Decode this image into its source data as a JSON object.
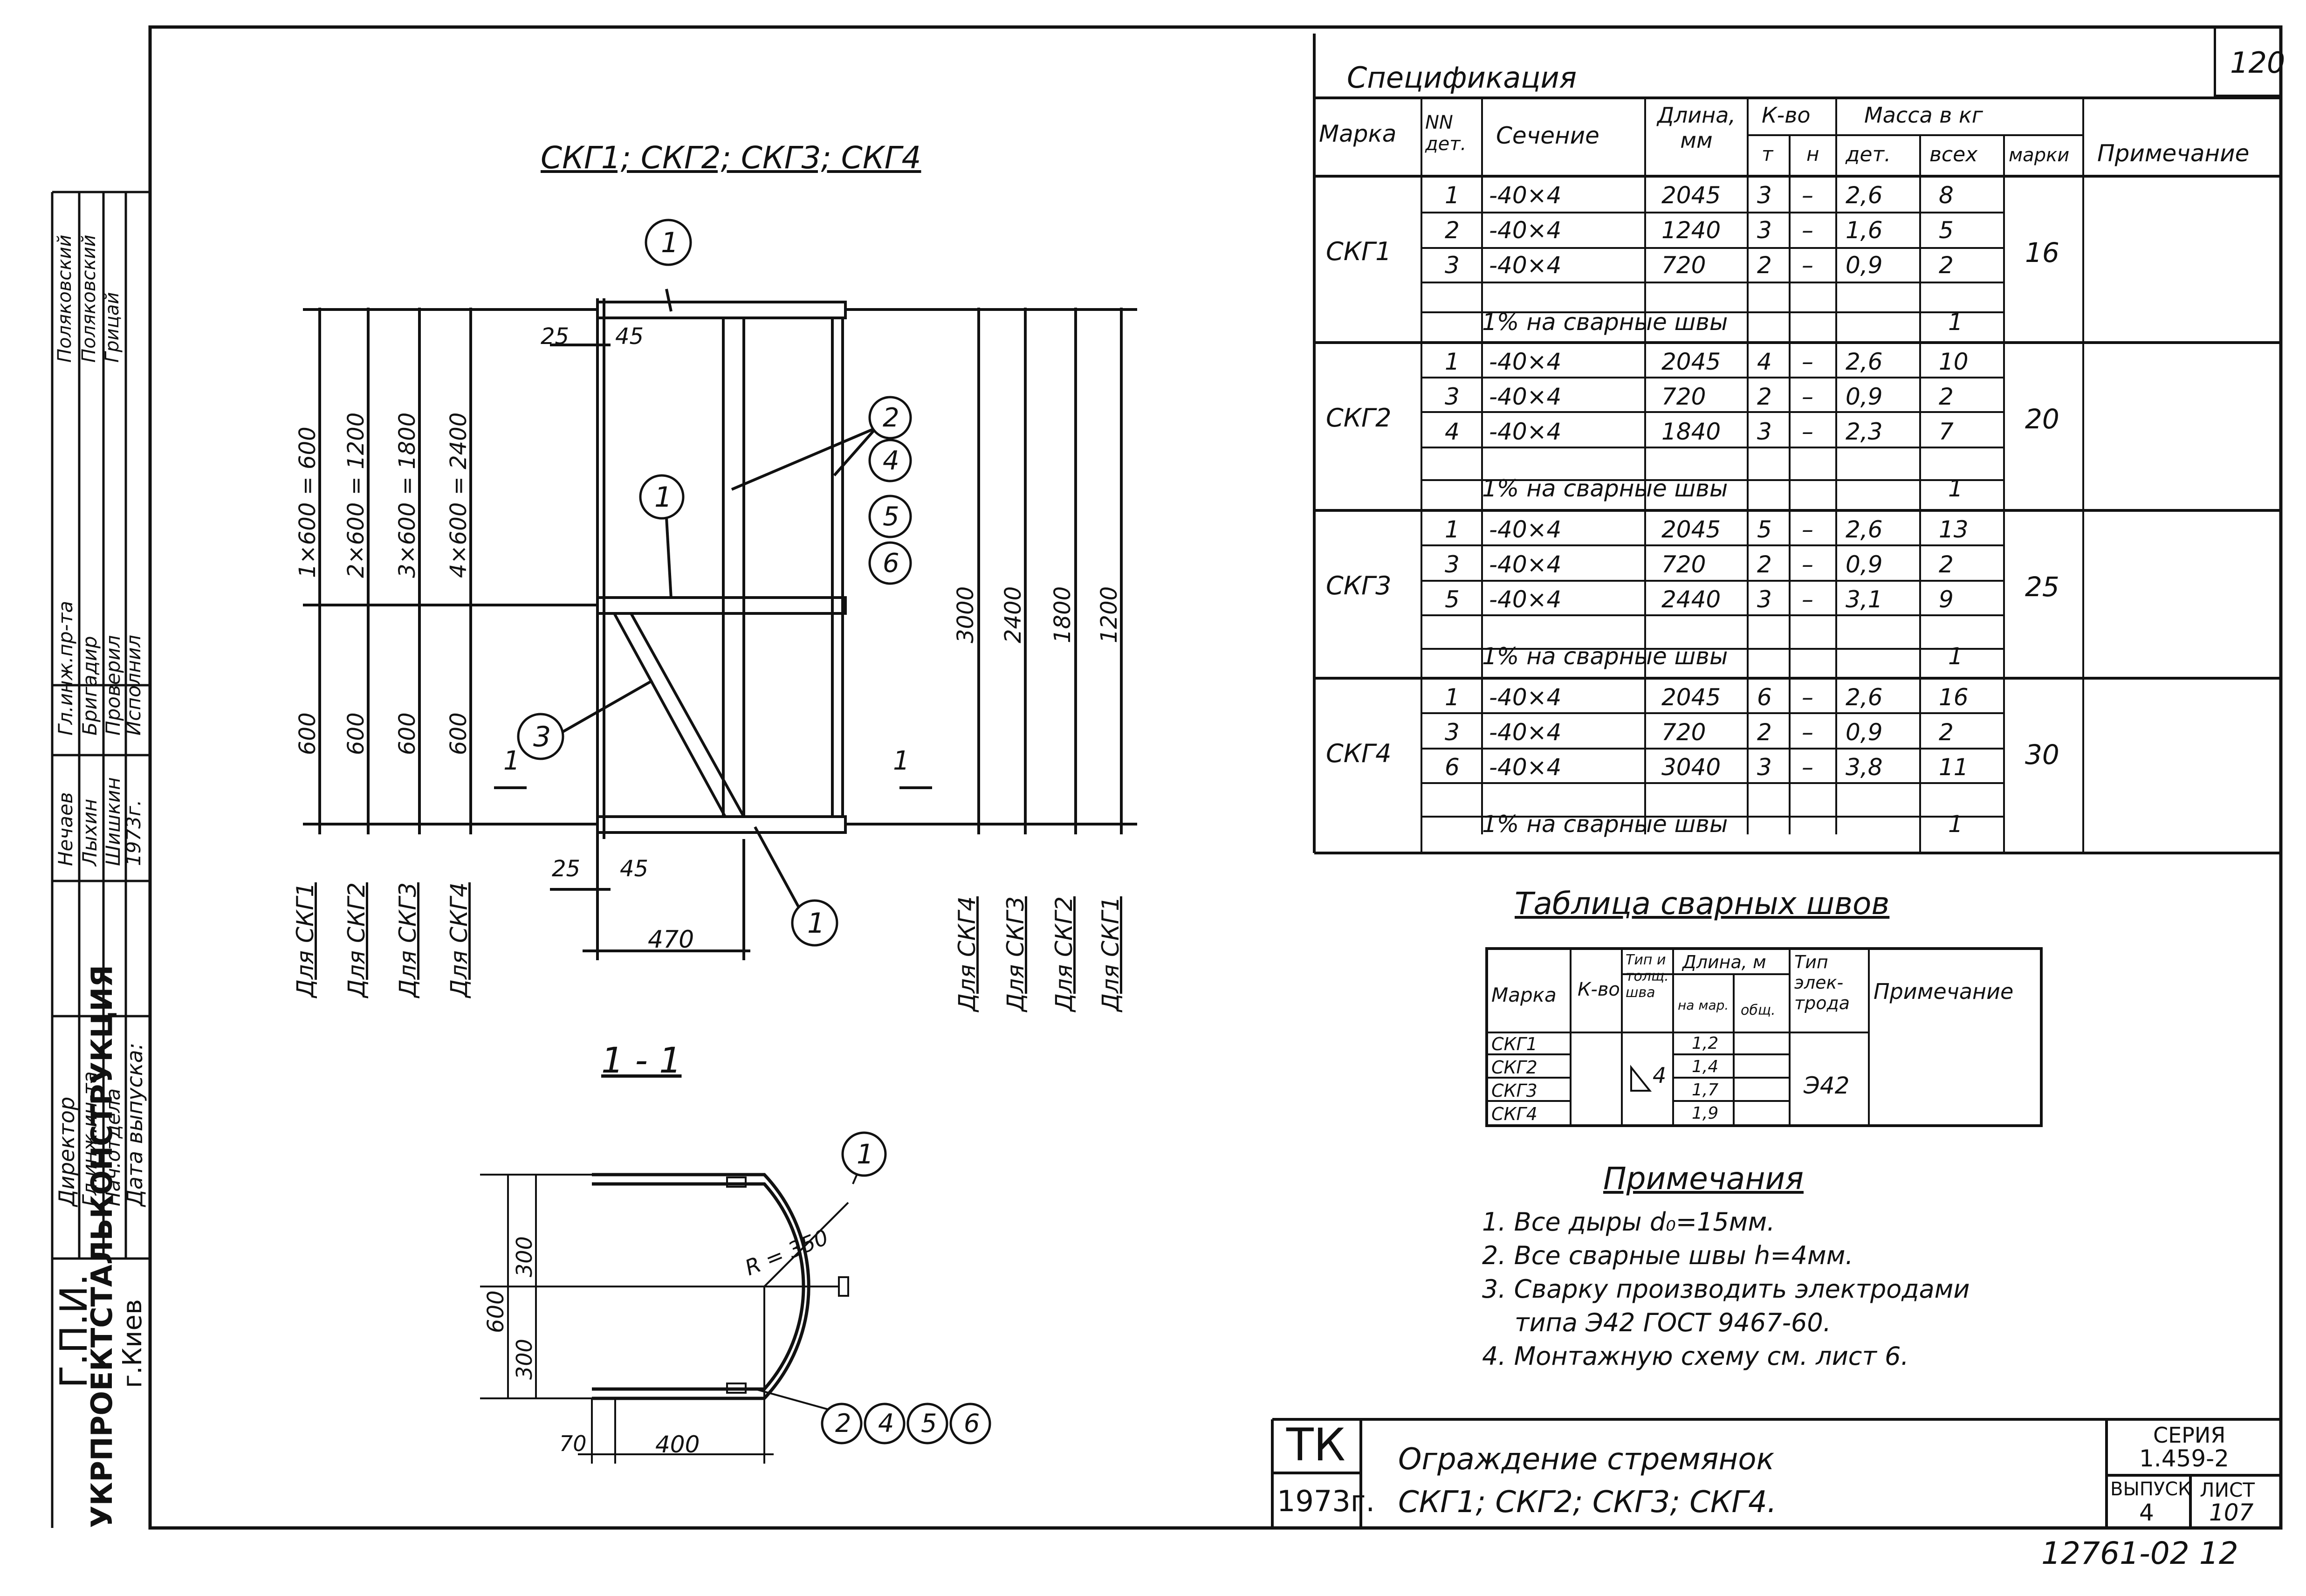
{
  "sheet_corner_number": "120",
  "stamp": {
    "org_line1": "Г.П.И.",
    "org_line2": "УКРПРОЕКТСТАЛЬКОНСТРУКЦИЯ",
    "org_city": "г.Киев",
    "roles": [
      "Директор",
      "Гл.инж.ин-та",
      "Нач.отдела",
      "Гл.инж.пр-та",
      "Бригадир",
      "Проверил",
      "Исполнил",
      "Дата выпуска:"
    ],
    "names": [
      "Нечаев",
      "Лыхин",
      "Шишкин",
      "Поляковский",
      "Поляковский",
      "Грицай",
      "1973г."
    ]
  },
  "drawing": {
    "main_view_title": "СКГ1; СКГ2; СКГ3; СКГ4",
    "section_title": "1 - 1",
    "callouts": [
      "1",
      "1",
      "1",
      "2",
      "4",
      "5",
      "6",
      "3",
      "1"
    ],
    "section_callouts": [
      "2",
      "4",
      "5",
      "6"
    ],
    "left_dims": [
      "1×600 = 600",
      "2×600 = 1200",
      "3×600 = 1800",
      "4×600 = 2400"
    ],
    "left_lower_dims": [
      "600",
      "600",
      "600",
      "600"
    ],
    "right_dims": [
      "3000",
      "2400",
      "1800",
      "1200"
    ],
    "left_for": [
      "Для СКГ1",
      "Для СКГ2",
      "Для СКГ3",
      "Для СКГ4"
    ],
    "right_for": [
      "Для СКГ4",
      "Для СКГ3",
      "Для СКГ2",
      "Для СКГ1"
    ],
    "dim_25_top": "25",
    "dim_45_top": "45",
    "dim_25_bot": "25",
    "dim_45_bot": "45",
    "dim_470": "470",
    "cut_mark": "1",
    "sec_dim_600": "600",
    "sec_dim_300a": "300",
    "sec_dim_300b": "300",
    "sec_radius": "R = 350",
    "sec_dim_70": "70",
    "sec_dim_400": "400"
  },
  "spec": {
    "title": "Спецификация",
    "headers": {
      "marka": "Марка",
      "nn": "NN дет.",
      "section": "Сечение",
      "length": "Длина, мм",
      "qty": "К-во",
      "t": "т",
      "n": "н",
      "mass": "Масса в кг",
      "det": "дет.",
      "all": "всех",
      "mark": "марки",
      "note": "Примечание"
    },
    "groups": [
      {
        "mark": "СКГ1",
        "total": "16",
        "rows": [
          [
            "1",
            "-40×4",
            "2045",
            "3",
            "–",
            "2,6",
            "8"
          ],
          [
            "2",
            "-40×4",
            "1240",
            "3",
            "–",
            "1,6",
            "5"
          ],
          [
            "3",
            "-40×4",
            "720",
            "2",
            "–",
            "0,9",
            "2"
          ]
        ],
        "weld": "1% на сварные швы",
        "weld_val": "1"
      },
      {
        "mark": "СКГ2",
        "total": "20",
        "rows": [
          [
            "1",
            "-40×4",
            "2045",
            "4",
            "–",
            "2,6",
            "10"
          ],
          [
            "3",
            "-40×4",
            "720",
            "2",
            "–",
            "0,9",
            "2"
          ],
          [
            "4",
            "-40×4",
            "1840",
            "3",
            "–",
            "2,3",
            "7"
          ]
        ],
        "weld": "1% на сварные швы",
        "weld_val": "1"
      },
      {
        "mark": "СКГ3",
        "total": "25",
        "rows": [
          [
            "1",
            "-40×4",
            "2045",
            "5",
            "–",
            "2,6",
            "13"
          ],
          [
            "3",
            "-40×4",
            "720",
            "2",
            "–",
            "0,9",
            "2"
          ],
          [
            "5",
            "-40×4",
            "2440",
            "3",
            "–",
            "3,1",
            "9"
          ]
        ],
        "weld": "1% на сварные швы",
        "weld_val": "1"
      },
      {
        "mark": "СКГ4",
        "total": "30",
        "rows": [
          [
            "1",
            "-40×4",
            "2045",
            "6",
            "–",
            "2,6",
            "16"
          ],
          [
            "3",
            "-40×4",
            "720",
            "2",
            "–",
            "0,9",
            "2"
          ],
          [
            "6",
            "-40×4",
            "3040",
            "3",
            "–",
            "3,8",
            "11"
          ]
        ],
        "weld": "1% на сварные швы",
        "weld_val": "1"
      }
    ]
  },
  "welds": {
    "title": "Таблица сварных швов",
    "headers": {
      "marka": "Марка",
      "qty": "К-во",
      "type": "Тип и толщ. шва",
      "len": "Длина, м",
      "len_a": "на мар.",
      "len_b": "общ.",
      "electrode": "Тип элек-трода",
      "note": "Примечание"
    },
    "rows": [
      [
        "СКГ1",
        "1,2"
      ],
      [
        "СКГ2",
        "1,4"
      ],
      [
        "СКГ3",
        "1,7"
      ],
      [
        "СКГ4",
        "1,9"
      ]
    ],
    "weld_size": "4",
    "electrode": "Э42"
  },
  "notes": {
    "title": "Примечания",
    "items": [
      "1. Все дыры d₀=15мм.",
      "2. Все сварные швы h=4мм.",
      "3. Сварку производить электродами",
      "типа Э42 ГОСТ 9467-60.",
      "4. Монтажную схему см. лист 6."
    ]
  },
  "title_block": {
    "tk": "ТК",
    "year": "1973г.",
    "title_line1": "Ограждение стремянок",
    "title_line2": "СКГ1; СКГ2; СКГ3; СКГ4.",
    "series_label": "СЕРИЯ",
    "series": "1.459-2",
    "issue_label": "ВЫПУСК",
    "issue": "4",
    "sheet_label": "ЛИСТ",
    "sheet": "107"
  },
  "footer_number": "12761-02 12"
}
